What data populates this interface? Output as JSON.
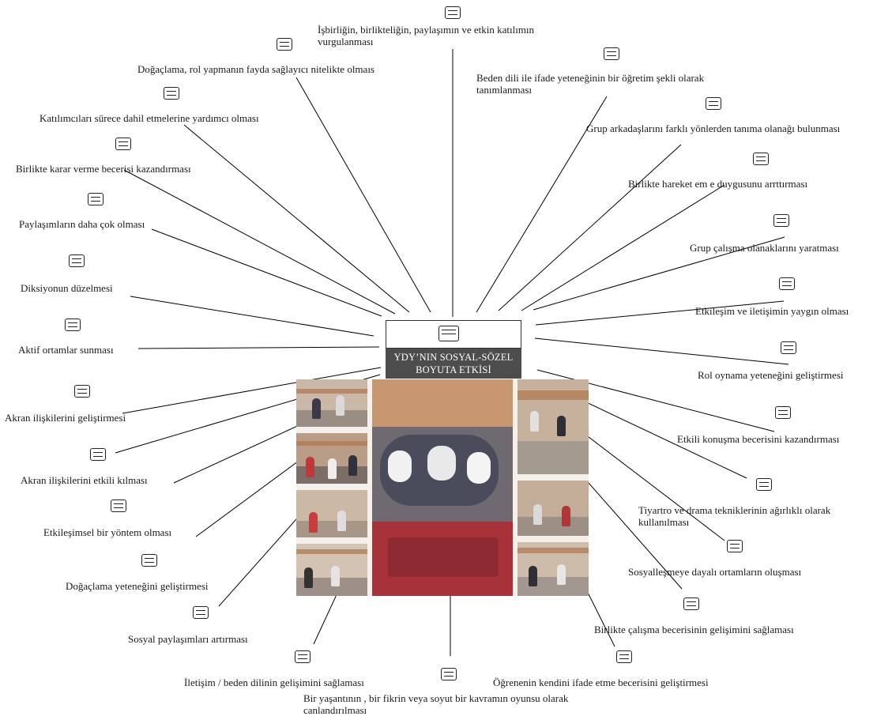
{
  "center": {
    "title_line1": "YDY’NIN SOSYAL-SÖZEL",
    "title_line2": "BOYUTA ETKİSİ",
    "icon": "memo-icon",
    "photo_description_icon": "classroom-photo"
  },
  "colors": {
    "title_bg": "#4d4d4d",
    "title_text": "#ffffff",
    "line": "#000000",
    "text": "#1a1a1a"
  },
  "nodes": [
    {
      "id": "n1",
      "icon": "memo-icon",
      "label": "İşbirliğin, birlikteliğin, paylaşımın ve etkin katılımın vurgulanması"
    },
    {
      "id": "n2",
      "icon": "memo-icon",
      "label": "Doğaçlama, rol yapmanın fayda sağlayıcı nitelikte olmaıs"
    },
    {
      "id": "n3",
      "icon": "memo-icon",
      "label": "Beden dili ile ifade yeteneğinin bir öğretim şekli olarak tanımlanması"
    },
    {
      "id": "n4",
      "icon": "memo-icon",
      "label": "Katılımcıları sürece dahil etmelerine yardımcı olması"
    },
    {
      "id": "n5",
      "icon": "memo-icon",
      "label": "Grup arkadaşlarını farklı yönlerden tanıma olanağı bulunması"
    },
    {
      "id": "n6",
      "icon": "memo-icon",
      "label": "Birlikte karar verme becerisi kazandırması"
    },
    {
      "id": "n7",
      "icon": "memo-icon",
      "label": "Birlikte hareket em e duygusunu arrttırması"
    },
    {
      "id": "n8",
      "icon": "memo-icon",
      "label": "Paylaşımların daha çok olması"
    },
    {
      "id": "n9",
      "icon": "memo-icon",
      "label": "Grup çalışma olanaklarını yaratması"
    },
    {
      "id": "n10",
      "icon": "memo-icon",
      "label": "Diksiyonun düzelmesi"
    },
    {
      "id": "n11",
      "icon": "memo-icon",
      "label": "Etkileşim ve iletişimin yaygın olması"
    },
    {
      "id": "n12",
      "icon": "memo-icon",
      "label": "Aktif ortamlar sunması"
    },
    {
      "id": "n13",
      "icon": "memo-icon",
      "label": "Rol oynama yeteneğini geliştirmesi"
    },
    {
      "id": "n14",
      "icon": "memo-icon",
      "label": "Akran ilişkilerini geliştirmesi"
    },
    {
      "id": "n15",
      "icon": "memo-icon",
      "label": "Etkili konuşma becerisini kazandırması"
    },
    {
      "id": "n16",
      "icon": "memo-icon",
      "label": "Akran ilişkilerini etkili kılması"
    },
    {
      "id": "n17",
      "icon": "memo-icon",
      "label": "Tiyartro ve drama tekniklerinin ağırlıklı olarak kullanılması"
    },
    {
      "id": "n18",
      "icon": "memo-icon",
      "label": "Etkileşimsel bir yöntem olması"
    },
    {
      "id": "n19",
      "icon": "memo-icon",
      "label": "Sosyalleşmeye dayalı ortamların oluşması"
    },
    {
      "id": "n20",
      "icon": "memo-icon",
      "label": "Doğaçlama yeteneğini geliştirmesi"
    },
    {
      "id": "n21",
      "icon": "memo-icon",
      "label": "Birlikte çalışma becerisinin gelişimini sağlaması"
    },
    {
      "id": "n22",
      "icon": "memo-icon",
      "label": "Sosyal paylaşımları artırması"
    },
    {
      "id": "n23",
      "icon": "memo-icon",
      "label": "Öğrenenin kendini ifade etme becerisini geliştirmesi"
    },
    {
      "id": "n24",
      "icon": "memo-icon",
      "label": "İletişim / beden dilinin gelişimini sağlaması"
    },
    {
      "id": "n25",
      "icon": "memo-icon",
      "label": "Bir yaşantının , bir fikrin veya soyut bir kavramın oyunsu olarak canlandırılması"
    }
  ]
}
